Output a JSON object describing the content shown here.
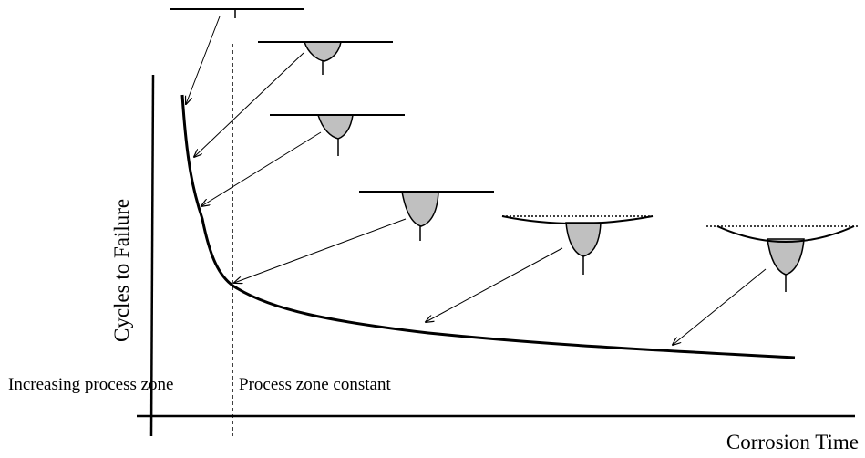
{
  "diagram": {
    "y_axis_title": "Cycles to Failure",
    "x_axis_title": "Corrosion Time",
    "region_left_label": "Increasing process zone",
    "region_right_label": "Process zone constant"
  },
  "colors": {
    "line": "#000000",
    "pit_fill": "#c0c0c0",
    "background": "#ffffff"
  }
}
